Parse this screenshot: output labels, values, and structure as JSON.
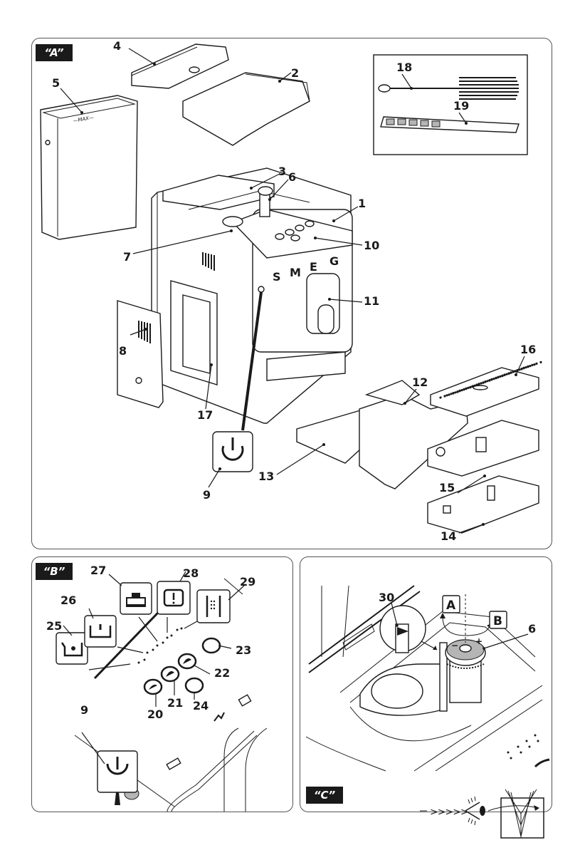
{
  "figure_type": "exploded-view parts diagram",
  "panels": {
    "A": {
      "tag": "“A”",
      "callouts": {
        "c1": "1",
        "c2": "2",
        "c3": "3",
        "c4": "4",
        "c5": "5",
        "c6": "6",
        "c7": "7",
        "c8": "8",
        "c9": "9",
        "c10": "10",
        "c11": "11",
        "c12": "12",
        "c13": "13",
        "c14": "14",
        "c15": "15",
        "c16": "16",
        "c17": "17",
        "c18": "18",
        "c19": "19"
      },
      "tank_marking": "—MAX—",
      "brand_letters": [
        "S",
        "M",
        "E",
        "G"
      ],
      "test_strip_squares": 5
    },
    "B": {
      "tag": "“B”",
      "callouts": {
        "c9": "9",
        "c20": "20",
        "c21": "21",
        "c22": "22",
        "c23": "23",
        "c24": "24",
        "c25": "25",
        "c26": "26",
        "c27": "27",
        "c28": "28",
        "c29": "29"
      },
      "icons": {
        "c25": "water-tank-empty-icon",
        "c26": "drip-tray-icon",
        "c27": "coffee-grounds-container-icon",
        "c28": "alarm-warning-icon",
        "c29": "brewing-unit-icon",
        "c9": "power-icon"
      }
    },
    "C": {
      "tag": "“C”",
      "callouts": {
        "c30": "30",
        "c6": "6"
      },
      "direction_labels": {
        "a": "A",
        "b": "B"
      },
      "grind_marks": {
        "minus": "−",
        "plus": "+"
      }
    }
  },
  "footer": {
    "read_manual_arrows": ">>>>>"
  }
}
